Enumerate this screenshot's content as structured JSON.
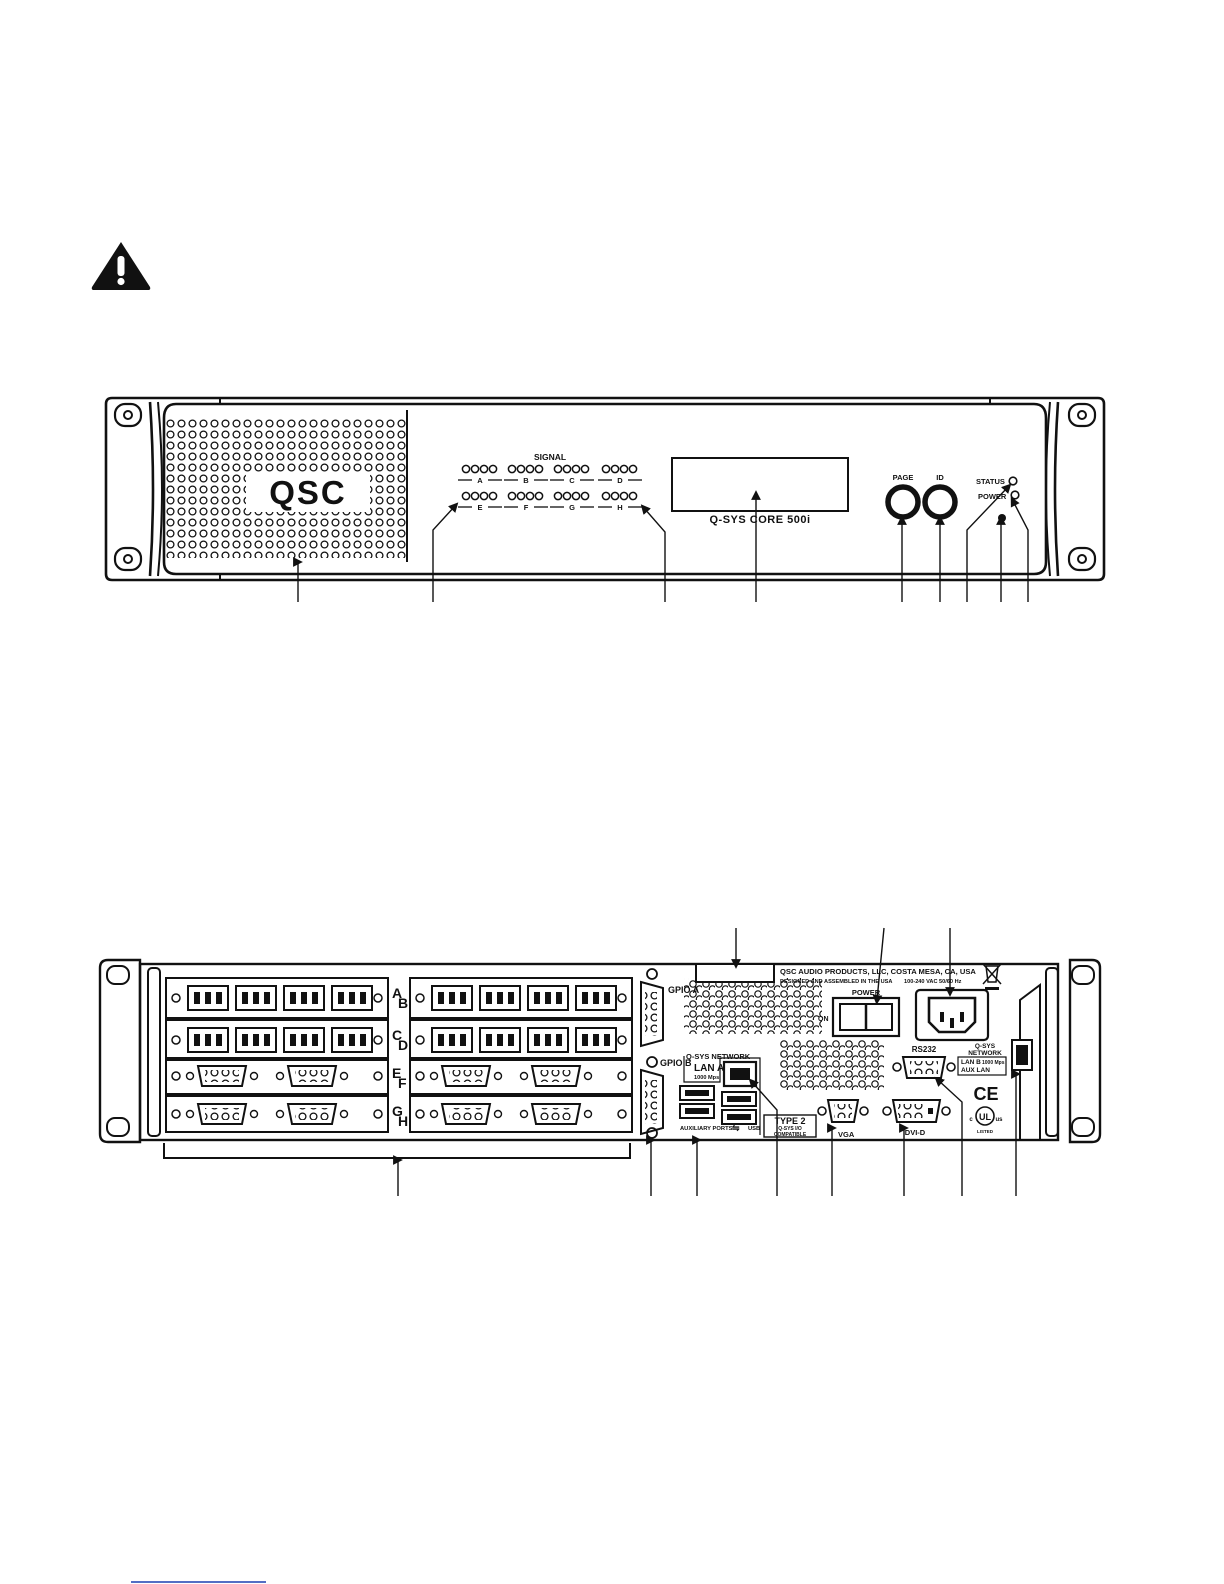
{
  "warning": {
    "icon": "warning-triangle-icon"
  },
  "front_panel": {
    "brand": "QSC",
    "signal_heading": "SIGNAL",
    "channels_top": [
      "A",
      "B",
      "C",
      "D"
    ],
    "channels_bottom": [
      "E",
      "F",
      "G",
      "H"
    ],
    "model": "Q-SYS CORE 500i",
    "page_label": "PAGE",
    "id_label": "ID",
    "status_label": "STATUS",
    "power_label": "POWER"
  },
  "rear_panel": {
    "card_slots_left": [
      "A",
      "C",
      "E",
      "G"
    ],
    "card_slots_right": [
      "B",
      "D",
      "F",
      "H"
    ],
    "gpio_a": "GPIO A",
    "gpio_b": "GPIO B",
    "manufacturer_line1": "QSC AUDIO PRODUCTS, LLC, COSTA MESA, CA, USA",
    "manufacturer_line2": "DESIGNED AND ASSEMBLED IN THE USA",
    "voltage": "100-240 VAC 50/60 Hz",
    "power_label": "POWER",
    "on_label": "ON",
    "network_heading": "Q-SYS NETWORK",
    "lan_a": "LAN A",
    "lan_a_speed": "1000 Mps",
    "auxiliary_ports": "AUXILIARY PORTS",
    "usb_label": "USB",
    "type2_line1": "TYPE 2",
    "type2_line2": "Q-SYS I/O",
    "type2_line3": "COMPATIBLE",
    "vga_label": "VGA",
    "dvi_label": "DVI-D",
    "rs232_label": "RS232",
    "network_right_line1": "Q-SYS",
    "network_right_line2": "NETWORK",
    "lan_b": "LAN B",
    "lan_b_speed": "1000 Mps",
    "aux_lan": "AUX LAN",
    "ce_mark": "CE",
    "ul_mark": "UL",
    "ul_c": "c",
    "ul_us": "us",
    "listed": "LISTED"
  },
  "colors": {
    "ink": "#111111",
    "paper": "#ffffff",
    "link_underline": "#1a3fb0"
  }
}
